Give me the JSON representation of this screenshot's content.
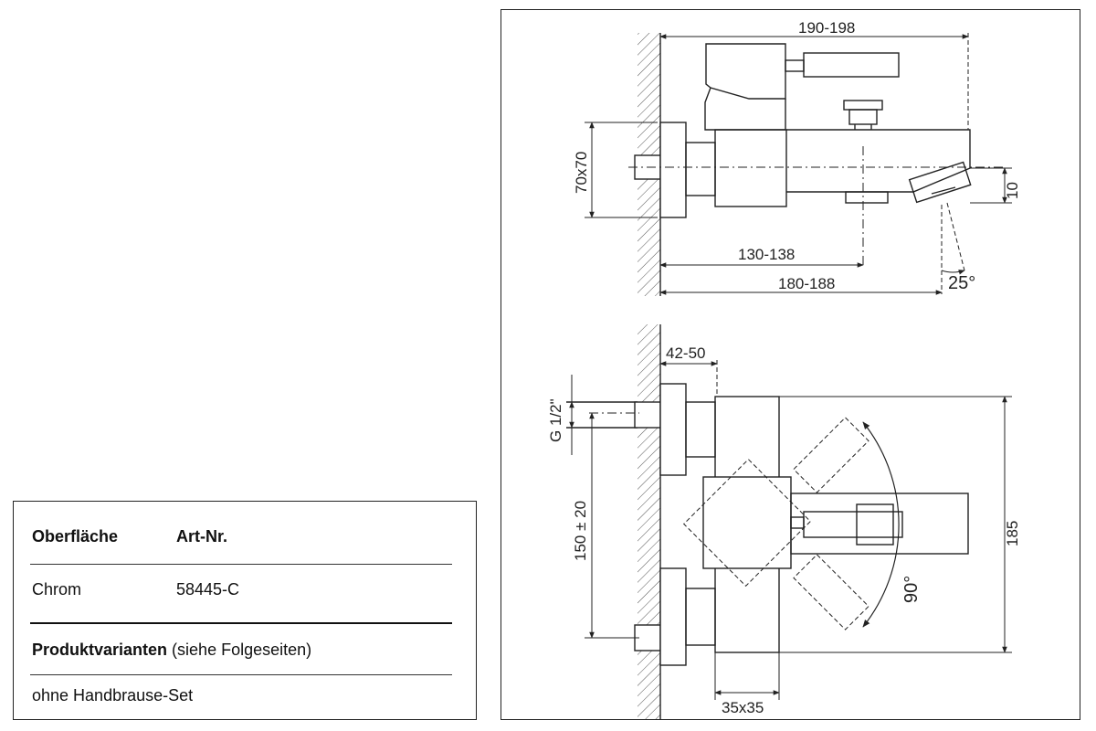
{
  "table": {
    "header_surface": "Oberfläche",
    "header_artnr": "Art-Nr.",
    "surface": "Chrom",
    "artnr": "58445-C",
    "variants_title": "Produktvarianten",
    "variants_note": " (siehe Folgeseiten)",
    "variant_1": "ohne Handbrause-Set"
  },
  "dimensions": {
    "total_length": "190-198",
    "flange": "70x70",
    "spout_height": "10",
    "depth_outlet": "130-138",
    "depth_total": "180-188",
    "spout_angle": "25°",
    "offset": "42-50",
    "thread": "G 1/2\"",
    "center_distance": "150 ± 20",
    "height": "185",
    "handle_rotation": "90°",
    "body_section": "35x35"
  }
}
